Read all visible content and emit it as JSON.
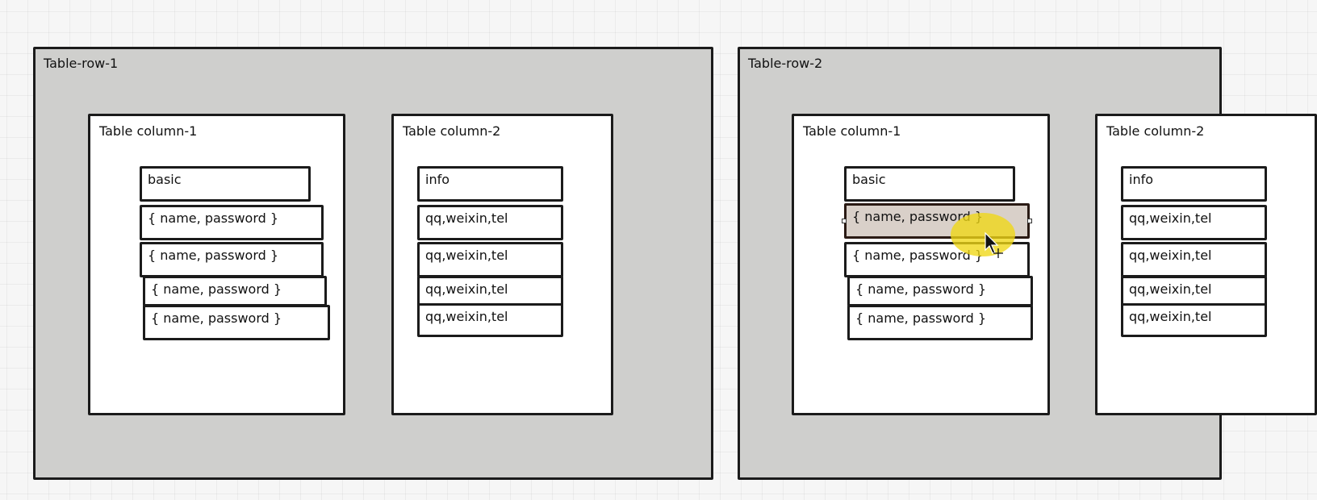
{
  "rows": [
    {
      "label": "Table-row-1",
      "columns": [
        {
          "label": "Table column-1",
          "items": [
            "basic",
            "{ name, password }",
            "{ name, password }",
            "{ name, password }",
            "{ name, password }"
          ]
        },
        {
          "label": "Table column-2",
          "items": [
            "info",
            "qq,weixin,tel",
            "qq,weixin,tel",
            "qq,weixin,tel",
            "qq,weixin,tel"
          ]
        }
      ]
    },
    {
      "label": "Table-row-2",
      "columns": [
        {
          "label": "Table column-1",
          "items": [
            "basic",
            "{ name, password }",
            "{ name, password }",
            "{ name, password }",
            "{ name, password }"
          ]
        },
        {
          "label": "Table column-2",
          "items": [
            "info",
            "qq,weixin,tel",
            "qq,weixin,tel",
            "qq,weixin,tel",
            "qq,weixin,tel"
          ]
        }
      ]
    }
  ],
  "selection": {
    "row": 2,
    "column": 1,
    "item": 2
  },
  "colors": {
    "row_fill": "#cfcfcd",
    "column_fill": "#ffffff",
    "stroke": "#1b1b1b",
    "selected_fill": "#d9d0c9",
    "cursor_highlight": "#f0d714"
  },
  "icons": [
    "move-cursor-icon"
  ]
}
